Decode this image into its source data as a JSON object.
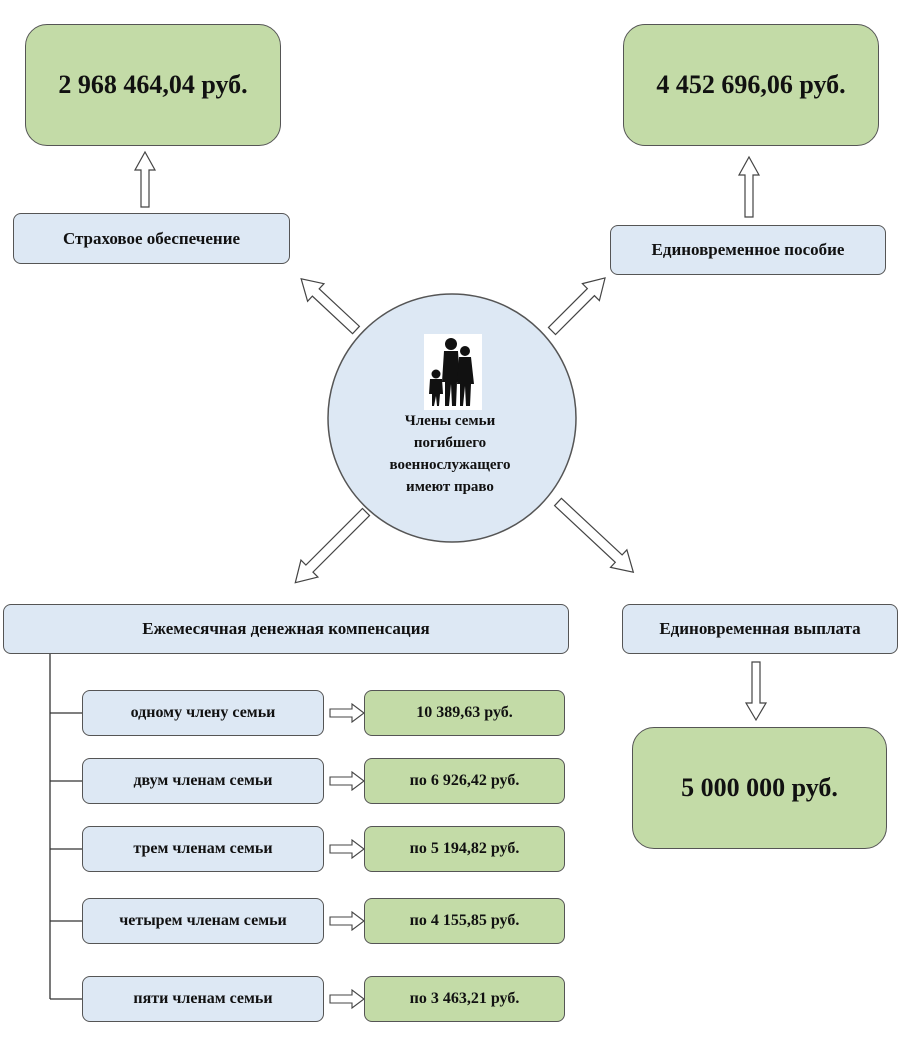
{
  "center": {
    "lines": [
      "Члены семьи",
      "погибшего",
      "военнослужащего",
      "имеют право"
    ],
    "icon": "family-silhouette-icon"
  },
  "insurance": {
    "label": "Страховое обеспечение",
    "amount": "2 968 464,04 руб."
  },
  "lump_allowance": {
    "label": "Единовременное пособие",
    "amount": "4 452 696,06 руб."
  },
  "lump_payment": {
    "label": "Единовременная выплата",
    "amount": "5 000 000 руб."
  },
  "monthly": {
    "label": "Ежемесячная денежная компенсация",
    "rows": [
      {
        "who": "одному члену семьи",
        "amount": "10 389,63 руб."
      },
      {
        "who": "двум членам семьи",
        "amount": "по 6 926,42 руб."
      },
      {
        "who": "трем членам семьи",
        "amount": "по 5 194,82 руб."
      },
      {
        "who": "четырем членам семьи",
        "amount": "по 4 155,85 руб."
      },
      {
        "who": "пяти членам семьи",
        "amount": "по 3 463,21 руб."
      }
    ]
  },
  "colors": {
    "box_blue": "#dde8f4",
    "box_green": "#c3dba7",
    "circle": "#dde8f4",
    "border": "#555555"
  }
}
